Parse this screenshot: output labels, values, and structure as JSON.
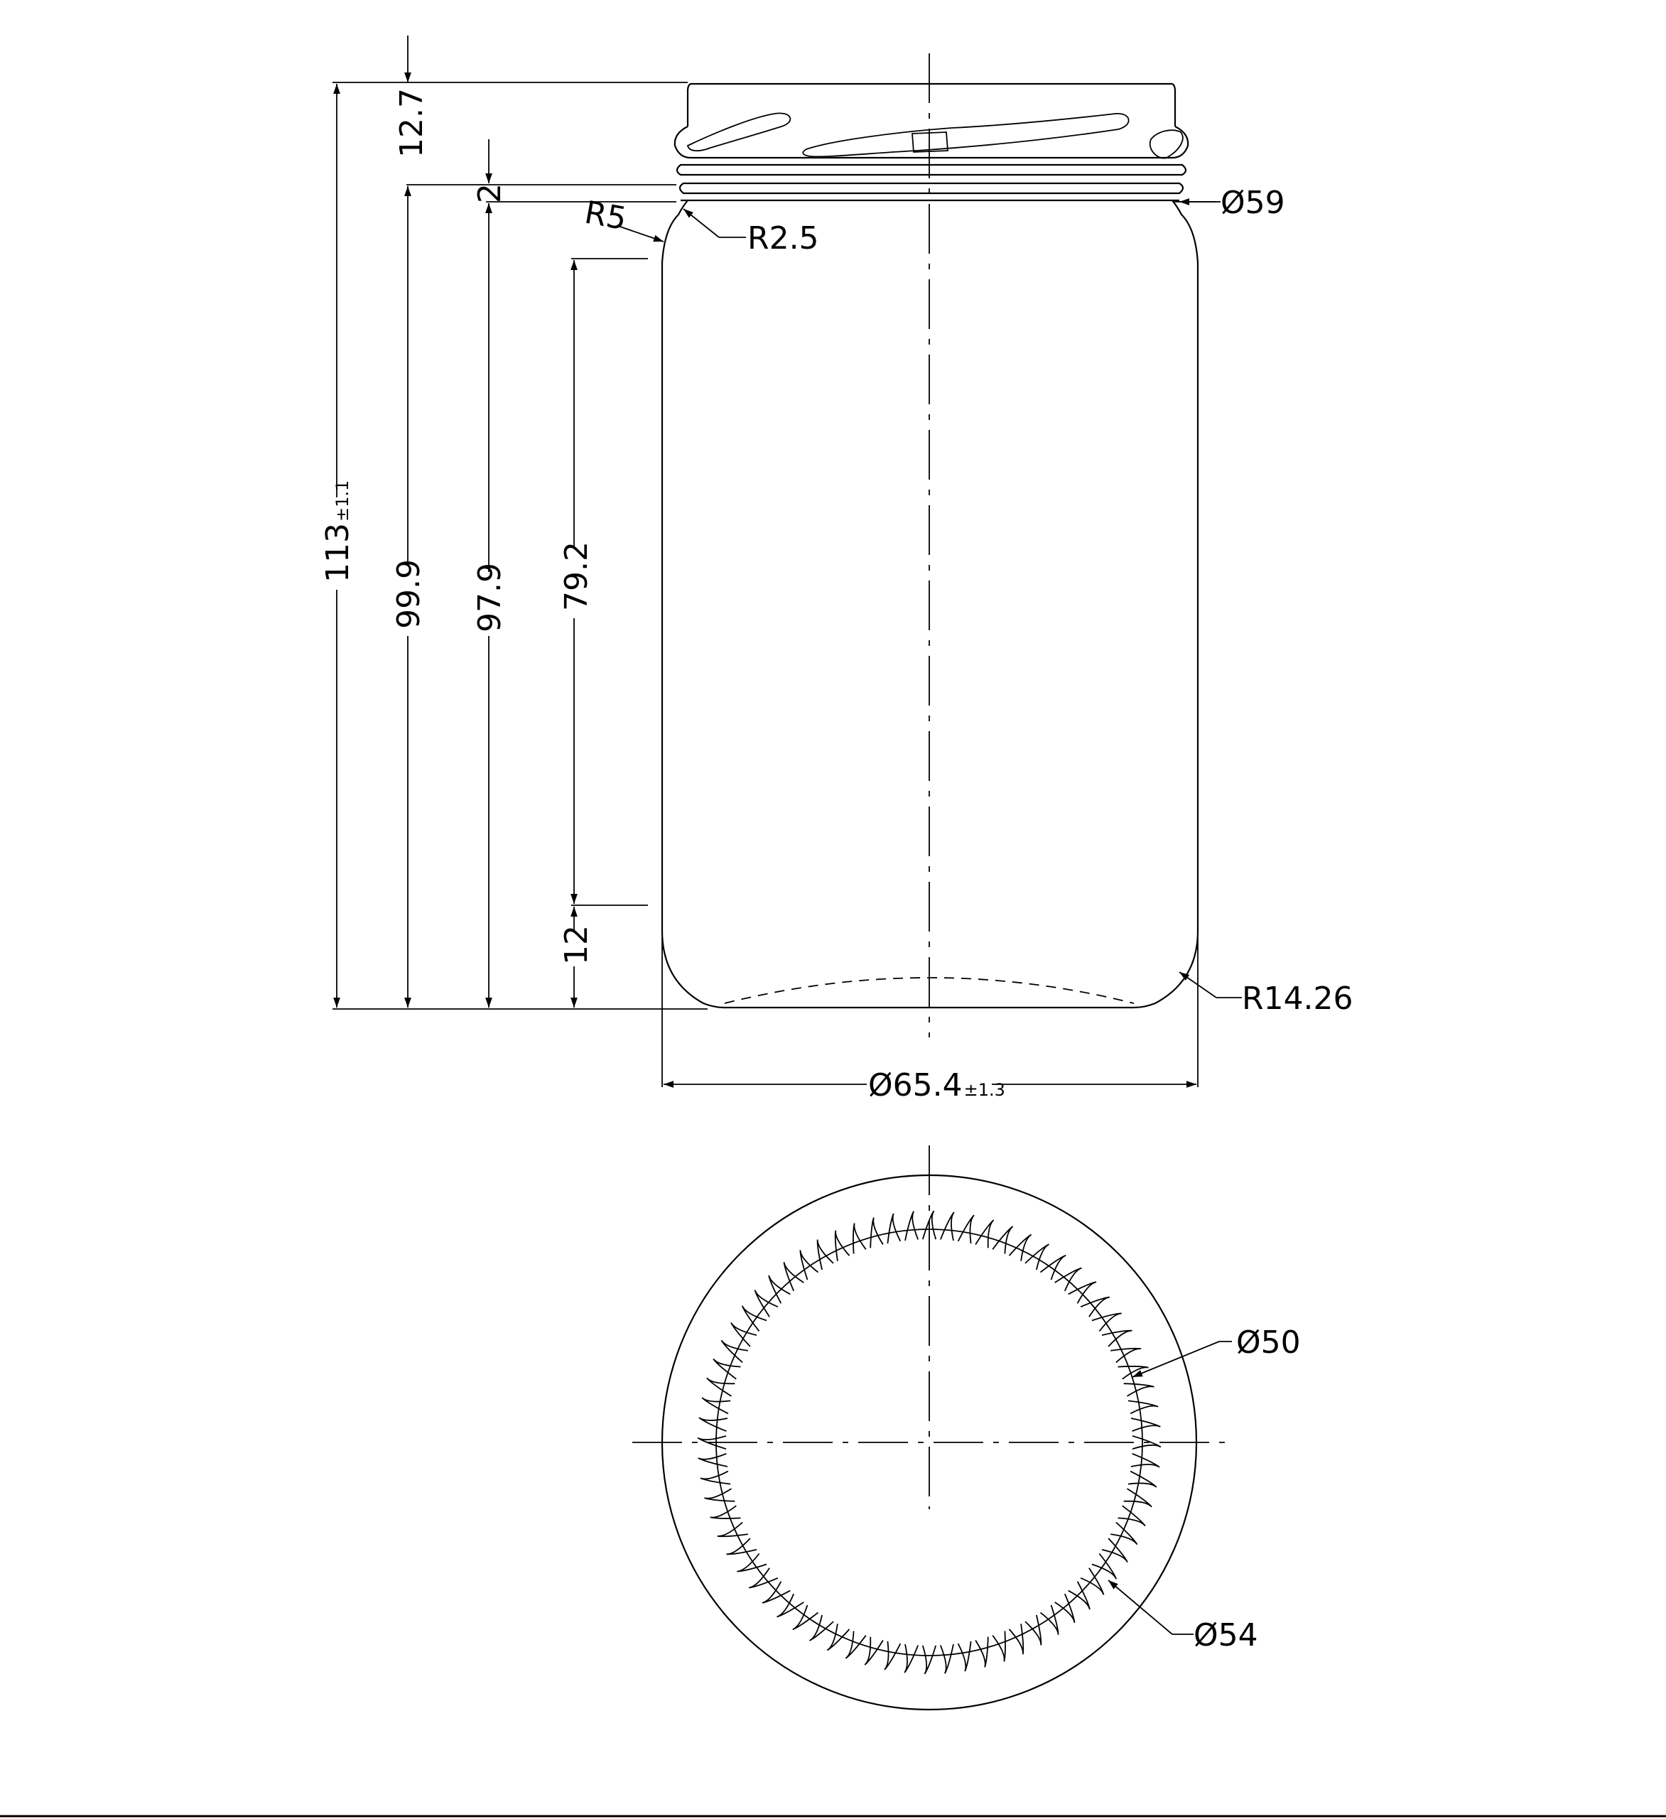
{
  "dimensions": {
    "finish_height": "12.7",
    "overall_height": "113",
    "overall_height_tol": "±1.1",
    "neck_ring": "2",
    "height_to_ring": "99.9",
    "height_to_shoulder": "97.9",
    "label_height": "79.2",
    "base_height": "12",
    "radius_shoulder_outer": "R5",
    "radius_shoulder_inner": "R2.5",
    "radius_base": "R14.26",
    "finish_diameter": "Ø59",
    "body_diameter": "Ø65.4",
    "body_diameter_tol": "±1.3",
    "knurl_inner_diameter": "Ø50",
    "knurl_outer_diameter": "Ø54"
  }
}
